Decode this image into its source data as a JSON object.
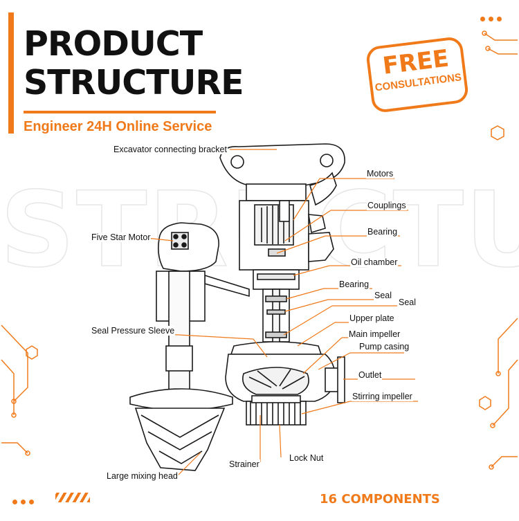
{
  "header": {
    "title_line1": "PRODUCT",
    "title_line2": "STRUCTURE",
    "subtitle": "Engineer 24H Online Service"
  },
  "badge": {
    "line1": "FREE",
    "line2": "CONSULTATIONS"
  },
  "watermark": "STRUCTURE",
  "labels": {
    "bracket": "Excavator connecting bracket",
    "motors": "Motors",
    "couplings": "Couplings",
    "bearing_upper": "Bearing",
    "oil_chamber": "Oil chamber",
    "bearing_lower": "Bearing",
    "seal_1": "Seal",
    "seal_2": "Seal",
    "upper_plate": "Upper plate",
    "main_impeller": "Main impeller",
    "pump_casing": "Pump casing",
    "outlet": "Outlet",
    "stirring_impeller": "Stirring impeller",
    "five_star_motor": "Five Star Motor",
    "seal_pressure_sleeve": "Seal Pressure Sleeve",
    "strainer": "Strainer",
    "lock_nut": "Lock Nut",
    "large_mixing_head": "Large mixing head"
  },
  "footer": {
    "components": "16 COMPONENTS"
  },
  "colors": {
    "accent": "#F07A1A",
    "text": "#111111",
    "line": "#1a1a1a"
  }
}
